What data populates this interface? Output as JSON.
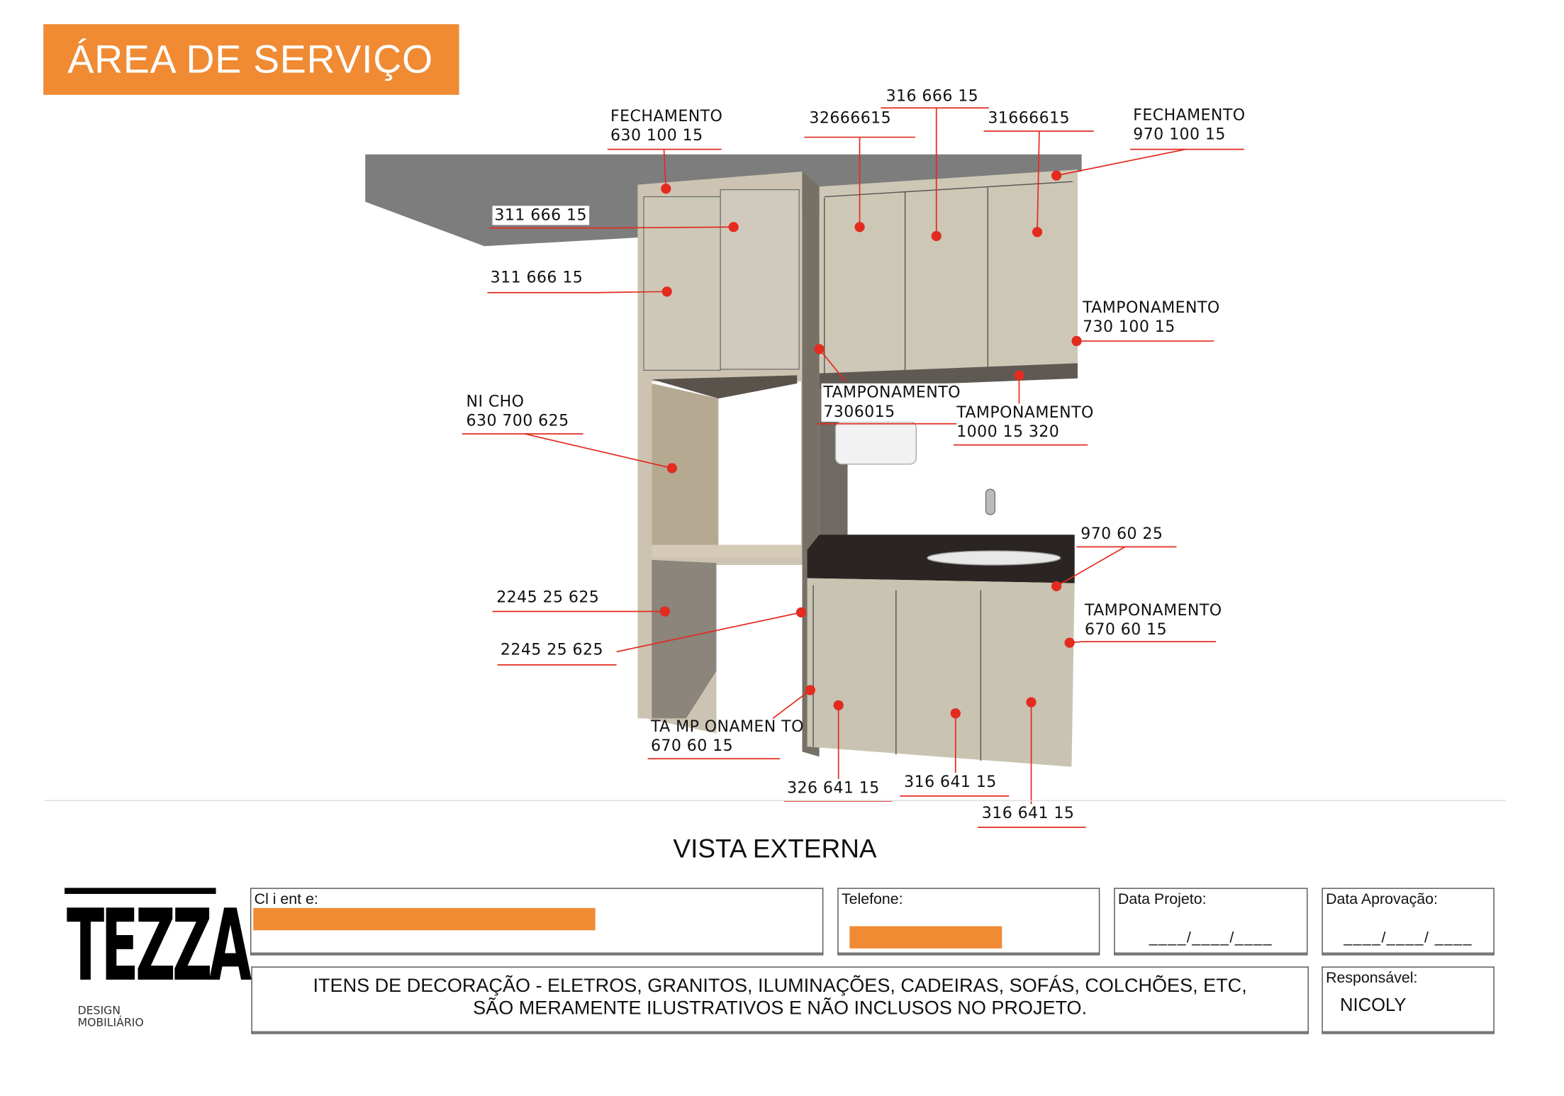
{
  "title": "ÁREA DE SERVIÇO",
  "section_title": "VISTA EXTERNA",
  "accent_color": "#f08a33",
  "marker_color": "#e32b1f",
  "labels": [
    {
      "l1": "FECHAMENTO",
      "l2": "630 100 15"
    },
    {
      "l1": "32666615"
    },
    {
      "l1": "316 666 15"
    },
    {
      "l1": "31666615"
    },
    {
      "l1": "FECHAMENTO",
      "l2": "970 100 15"
    },
    {
      "l1": "311 666 15"
    },
    {
      "l1": "311 666 15"
    },
    {
      "l1": "TAMPONAMENTO",
      "l2": "730 100 15"
    },
    {
      "l1": "TAMPONAMENTO",
      "l2": "7306015"
    },
    {
      "l1": "TAMPONAMENTO",
      "l2": "1000 15 320"
    },
    {
      "l1": "NI CHO",
      "l2": "630 700 625"
    },
    {
      "l1": "970 60 25"
    },
    {
      "l1": "TAMPONAMENTO",
      "l2": "670 60 15"
    },
    {
      "l1": "2245 25 625"
    },
    {
      "l1": "2245 25 625"
    },
    {
      "l1": "TA MP ONAMEN TO",
      "l2": "670 60 15"
    },
    {
      "l1": "326 641 15"
    },
    {
      "l1": "316 641 15"
    },
    {
      "l1": "316 641 15"
    }
  ],
  "footer": {
    "logo_text": "TEZZA",
    "logo_sub1": "DESIGN",
    "logo_sub2": "MOBILIÁRIO",
    "cliente_label": "Cl i ent e:",
    "telefone_label": "Telefone:",
    "data_projeto_label": "Data Projeto:",
    "data_projeto_value": "____/____/____",
    "data_aprovacao_label": "Data Aprovação:",
    "data_aprovacao_value": "____/____/ ____",
    "note_line1": "ITENS DE DECORAÇÃO - ELETROS, GRANITOS, ILUMINAÇÕES, CADEIRAS, SOFÁS, COLCHÕES, ETC,",
    "note_line2": "SÃO MERAMENTE ILUSTRATIVOS E NÃO INCLUSOS NO PROJETO.",
    "responsavel_label": "Responsável:",
    "responsavel_value": "NICOLY"
  }
}
